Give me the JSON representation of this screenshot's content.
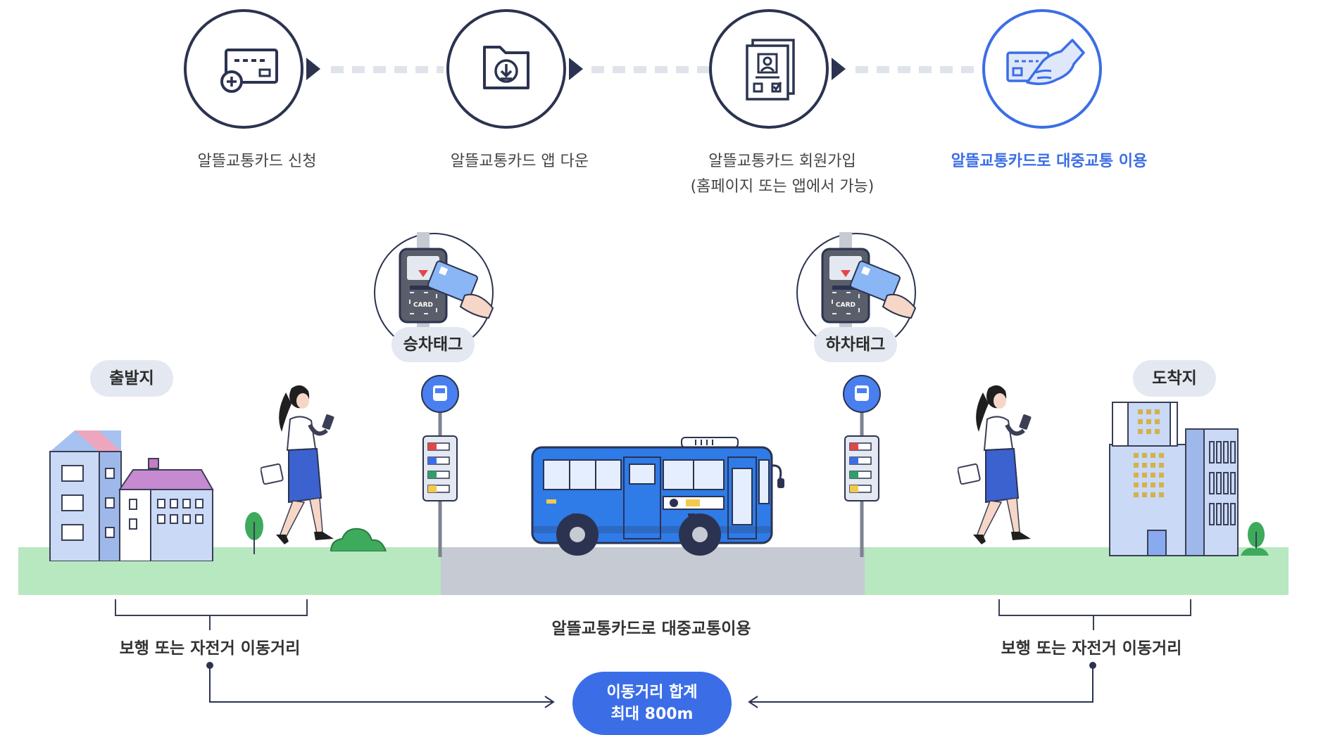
{
  "steps": [
    {
      "label": "알뜰교통카드 신청",
      "icon": "card-add-icon"
    },
    {
      "label": "알뜰교통카드 앱 다운",
      "icon": "folder-download-icon"
    },
    {
      "label": "알뜰교통카드 회원가입",
      "label2": "(홈페이지 또는 앱에서 가능)",
      "icon": "id-document-icon"
    },
    {
      "label": "알뜰교통카드로 대중교통 이용",
      "icon": "card-hand-icon"
    }
  ],
  "tags": {
    "board": "승차태그",
    "alight": "하차태그",
    "card_text": "CARD"
  },
  "places": {
    "origin": "출발지",
    "destination": "도착지"
  },
  "captions": {
    "walk_left": "보행 또는 자전거 이동거리",
    "transit": "알뜰교통카드로 대중교통이용",
    "walk_right": "보행 또는 자전거 이동거리"
  },
  "total": {
    "line1": "이동거리 합계",
    "line2": "최대 800m"
  },
  "colors": {
    "accent": "#3b6ee6",
    "navy": "#2b3350",
    "grass": "#b8e8c0",
    "road": "#c5cad3",
    "bus": "#2f7be8"
  }
}
